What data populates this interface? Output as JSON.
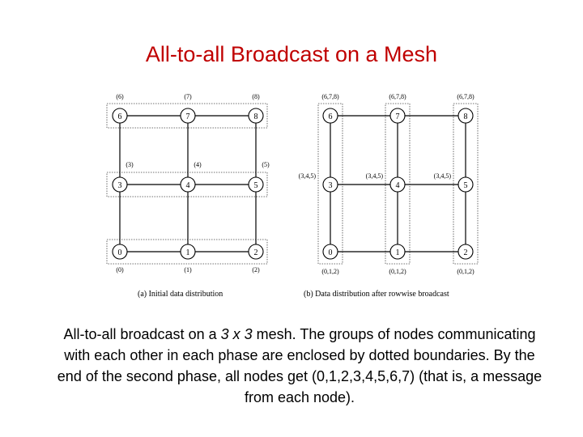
{
  "title": "All-to-all Broadcast on a Mesh",
  "panel_a": {
    "caption": "(a)  Initial data distribution",
    "nodes": [
      "0",
      "1",
      "2",
      "3",
      "4",
      "5",
      "6",
      "7",
      "8"
    ],
    "labels_top": [
      "(6)",
      "(7)",
      "(8)"
    ],
    "labels_mid": [
      "(3)",
      "(4)",
      "(5)"
    ],
    "labels_bottom": [
      "(0)",
      "(1)",
      "(2)"
    ]
  },
  "panel_b": {
    "caption": "(b)  Data distribution after rowwise broadcast",
    "nodes": [
      "0",
      "1",
      "2",
      "3",
      "4",
      "5",
      "6",
      "7",
      "8"
    ],
    "labels_top": [
      "(6,7,8)",
      "(6,7,8)",
      "(6,7,8)"
    ],
    "labels_mid": [
      "(3,4,5)",
      "(3,4,5)",
      "(3,4,5)"
    ],
    "labels_bottom": [
      "(0,1,2)",
      "(0,1,2)",
      "(0,1,2)"
    ]
  },
  "caption": {
    "part1": "All-to-all broadcast on a ",
    "emph": "3 x 3",
    "part2": " mesh. The groups of nodes communicating with each other in each phase are enclosed by dotted boundaries. By the end of the second phase, all nodes get (0,1,2,3,4,5,6,7) (that is, a message from each node)."
  }
}
